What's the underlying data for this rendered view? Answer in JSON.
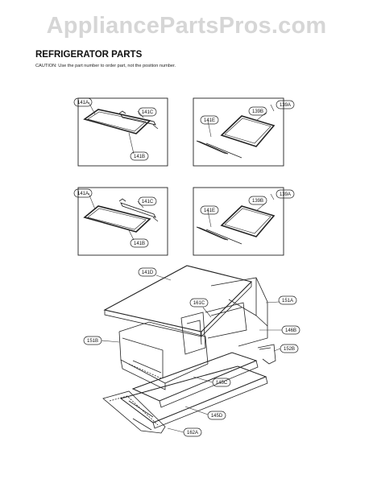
{
  "watermark": "AppliancePartsPros.com",
  "title": "REFRIGERATOR PARTS",
  "caution": "CAUTION: Use the part number to order part, not the position number.",
  "labels": {
    "a1": "141A",
    "a2": "141C",
    "a3": "141B",
    "b1": "139A",
    "b2": "139B",
    "b3": "141E",
    "c1": "141A",
    "c2": "141C",
    "c3": "141B",
    "d1": "139A",
    "d2": "139B",
    "d3": "141E",
    "e1": "141D",
    "e2": "161C",
    "e3": "151A",
    "e4": "151B",
    "e5": "146B",
    "e6": "152B",
    "e7": "145C",
    "e8": "145D",
    "e9": "162A"
  }
}
